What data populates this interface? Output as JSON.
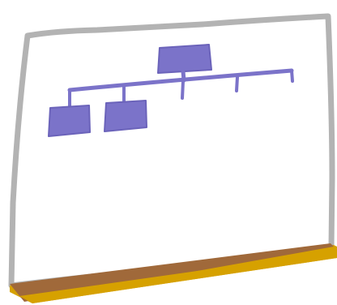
{
  "illustration": {
    "subject": "whiteboard-org-chart",
    "colors": {
      "board_frame": "#b3b3b3",
      "board_surface": "#ffffff",
      "chart_fill": "#7b73c9",
      "chart_shade": "#6b63ba",
      "ledge_top": "#d6a100",
      "ledge_front": "#a0693a"
    },
    "org_chart": {
      "root_boxes": 1,
      "child_boxes": 2,
      "empty_branch_stubs": 3
    }
  }
}
